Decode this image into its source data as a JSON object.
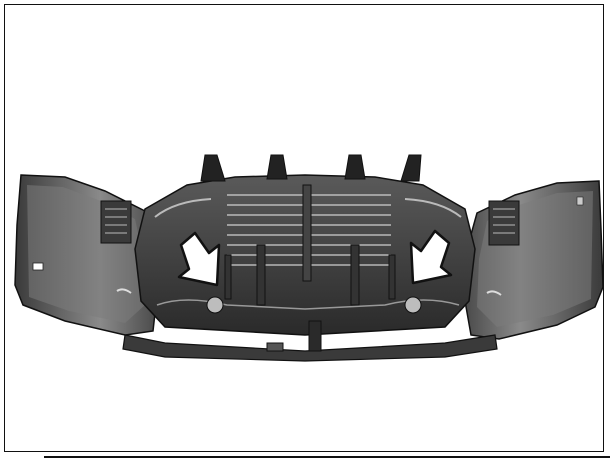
{
  "figure": {
    "subject": "front-bumper-assembly-rear-view",
    "callouts": [
      {
        "icon": "arrow-down-right-icon",
        "side": "left"
      },
      {
        "icon": "arrow-down-left-icon",
        "side": "right"
      }
    ]
  },
  "colors": {
    "frame": "#111111",
    "background": "#ffffff",
    "plastic_dark": "#2b2b2b",
    "plastic_mid": "#6a6a6a",
    "plastic_light": "#a8a8a8",
    "arrow_fill": "#ffffff",
    "arrow_stroke": "#111111"
  }
}
